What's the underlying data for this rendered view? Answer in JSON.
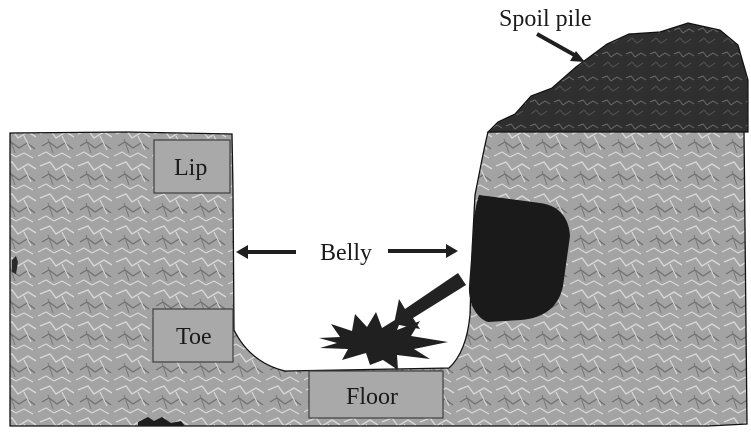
{
  "diagram": {
    "labels": {
      "spoil_pile": "Spoil pile",
      "lip": "Lip",
      "belly": "Belly",
      "toe": "Toe",
      "floor": "Floor"
    },
    "colors": {
      "rock": "#a3a3a3",
      "rock_dark": "#747474",
      "rock_light": "#d6d6d6",
      "spoil": "#2f2f2f",
      "label_box": "#a9a9a9",
      "arrow": "#1f1f1f"
    }
  }
}
